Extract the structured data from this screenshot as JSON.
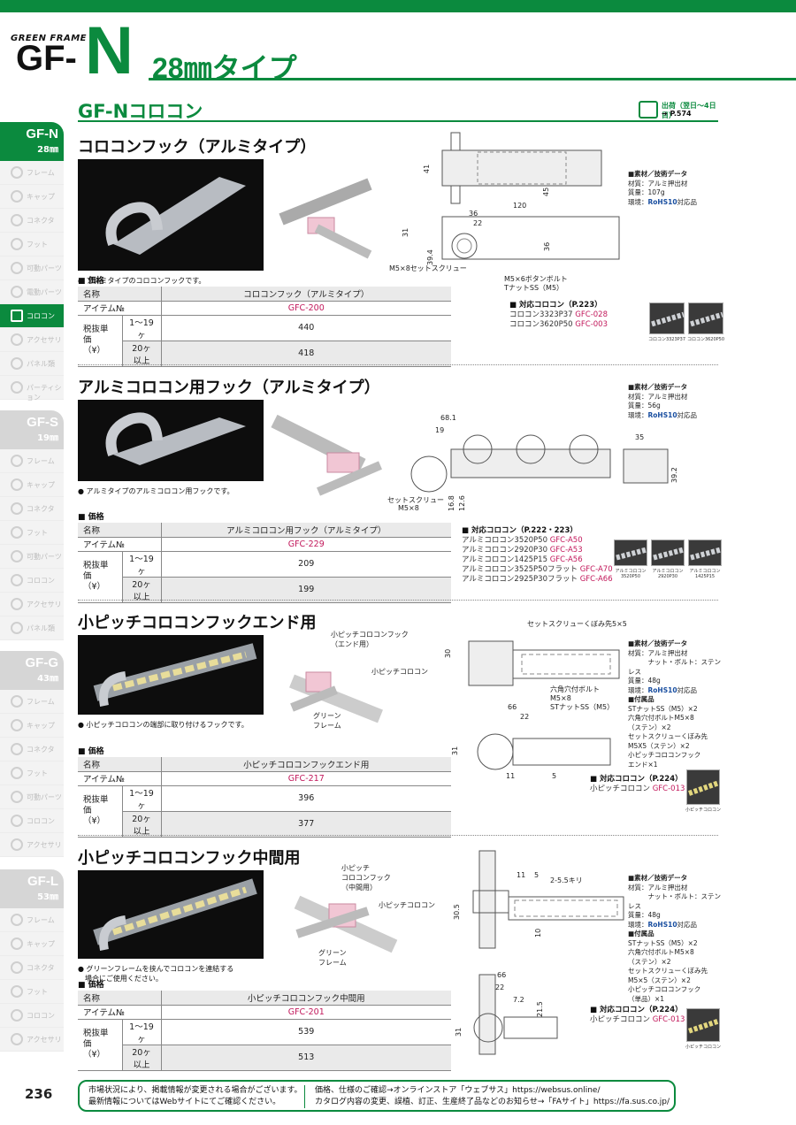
{
  "brand": {
    "small": "GREEN FRAME",
    "big": "GF-",
    "n": "N",
    "size": "28㎜タイプ"
  },
  "series_title": "GF-Nコロコン",
  "shipping": {
    "label": "出荷（翌日〜4日目）",
    "page": "➔ P.574"
  },
  "sidebar": {
    "groups": [
      {
        "name": "GF-N",
        "size": "28㎜",
        "active": true,
        "items": [
          "フレーム",
          "キャップ",
          "コネクタ",
          "フット",
          "可動パーツ",
          "電動パーツ",
          "コロコン",
          "アクセサリ",
          "パネル類",
          "パーティション"
        ]
      },
      {
        "name": "GF-S",
        "size": "19㎜",
        "active": false,
        "items": [
          "フレーム",
          "キャップ",
          "コネクタ",
          "フット",
          "可動パーツ",
          "コロコン",
          "アクセサリ",
          "パネル類"
        ]
      },
      {
        "name": "GF-G",
        "size": "43㎜",
        "active": false,
        "items": [
          "フレーム",
          "キャップ",
          "コネクタ",
          "フット",
          "可動パーツ",
          "コロコン",
          "アクセサリ"
        ]
      },
      {
        "name": "GF-L",
        "size": "53㎜",
        "active": false,
        "items": [
          "フレーム",
          "キャップ",
          "コネクタ",
          "フット",
          "コロコン",
          "アクセサリ"
        ]
      }
    ],
    "active_item": "コロコン"
  },
  "sections": [
    {
      "title": "コロコンフック（アルミタイプ）",
      "caption": "● アルミタイプのコロコンフックです。",
      "price_heading": "■ 価格",
      "name_label": "名称",
      "name": "コロコンフック（アルミタイプ）",
      "item_label": "アイテム№",
      "item": "GFC-200",
      "price_label": "税抜単価\n（¥）",
      "tiers": [
        {
          "qty": "1〜19ヶ",
          "price": "440"
        },
        {
          "qty": "20ヶ以上",
          "price": "418"
        }
      ],
      "spec": {
        "h": "■素材／技術データ",
        "lines": [
          "材質：アルミ押出材",
          "質量：107g"
        ],
        "env": "環境：",
        "rohs": "RoHS10",
        "env2": "対応品"
      },
      "compat": {
        "h": "■ 対応コロコン（P.223）",
        "lines": [
          {
            "t": "コロコン3323P37 ",
            "c": "GFC-028"
          },
          {
            "t": "コロコン3620P50 ",
            "c": "GFC-003"
          }
        ]
      },
      "swatches": [
        "コロコン3323P37",
        "コロコン3620P50"
      ],
      "dims": [
        "41",
        "45",
        "120",
        "36",
        "22",
        "31",
        "39.4",
        "36"
      ],
      "callouts": [
        "M5×8セットスクリュー",
        "M5×6ボタンボルト",
        "TナットSS（M5）"
      ]
    },
    {
      "title": "アルミコロコン用フック（アルミタイプ）",
      "caption": "● アルミタイプのアルミコロコン用フックです。",
      "price_heading": "■ 価格",
      "name_label": "名称",
      "name": "アルミコロコン用フック（アルミタイプ）",
      "item_label": "アイテム№",
      "item": "GFC-229",
      "price_label": "税抜単価\n（¥）",
      "tiers": [
        {
          "qty": "1〜19ヶ",
          "price": "209"
        },
        {
          "qty": "20ヶ以上",
          "price": "199"
        }
      ],
      "spec": {
        "h": "■素材／技術データ",
        "lines": [
          "材質：アルミ押出材",
          "質量：56g"
        ],
        "env": "環境：",
        "rohs": "RoHS10",
        "env2": "対応品"
      },
      "compat": {
        "h": "■ 対応コロコン（P.222・223）",
        "lines": [
          {
            "t": "アルミコロコン3520P50 ",
            "c": "GFC-A50"
          },
          {
            "t": "アルミコロコン2920P30 ",
            "c": "GFC-A53"
          },
          {
            "t": "アルミコロコン1425P15 ",
            "c": "GFC-A56"
          },
          {
            "t": "アルミコロコン3525P50フラット ",
            "c": "GFC-A70"
          },
          {
            "t": "アルミコロコン2925P30フラット ",
            "c": "GFC-A66"
          }
        ]
      },
      "swatches": [
        "アルミコロコン3520P50",
        "アルミコロコン2920P30",
        "アルミコロコン1425P15"
      ],
      "dims": [
        "68.1",
        "19",
        "16.8",
        "12.6",
        "35",
        "39.2"
      ],
      "callouts": [
        "セットスクリュー",
        "M5×8"
      ]
    },
    {
      "title": "小ピッチコロコンフックエンド用",
      "caption": "● 小ピッチコロコンの端部に取り付けるフックです。",
      "price_heading": "■ 価格",
      "name_label": "名称",
      "name": "小ピッチコロコンフックエンド用",
      "item_label": "アイテム№",
      "item": "GFC-217",
      "price_label": "税抜単価\n（¥）",
      "tiers": [
        {
          "qty": "1〜19ヶ",
          "price": "396"
        },
        {
          "qty": "20ヶ以上",
          "price": "377"
        }
      ],
      "spec": {
        "h": "■素材／技術データ",
        "lines": [
          "材質：アルミ押出材",
          "　　　ナット・ボルト：ステンレス",
          "質量：48g"
        ],
        "env": "環境：",
        "rohs": "RoHS10",
        "env2": "対応品",
        "att_h": "■付属品",
        "att": [
          "STナットSS（M5）×2",
          "六角穴付ボルトM5×8",
          "（ステン）×2",
          "セットスクリューくぼみ先",
          "M5X5（ステン）×2",
          "小ピッチコロコンフック",
          "エンド×1"
        ]
      },
      "compat": {
        "h": "■ 対応コロコン（P.224）",
        "lines": [
          {
            "t": "小ピッチコロコン ",
            "c": "GFC-013"
          }
        ]
      },
      "swatches": [
        "小ピッチコロコン"
      ],
      "dims": [
        "30",
        "66",
        "22",
        "31",
        "11",
        "5"
      ],
      "callouts": [
        "小ピッチコロコンフック\n（エンド用）",
        "小ピッチコロコン",
        "グリーン\nフレーム",
        "セットスクリューくぼみ先5×5",
        "六角穴付ボルト\nM5×8\nSTナットSS（M5）"
      ]
    },
    {
      "title": "小ピッチコロコンフック中間用",
      "caption": "● グリーンフレームを挟んでコロコンを連結する\n　場合にご使用ください。",
      "price_heading": "■ 価格",
      "name_label": "名称",
      "name": "小ピッチコロコンフック中間用",
      "item_label": "アイテム№",
      "item": "GFC-201",
      "price_label": "税抜単価\n（¥）",
      "tiers": [
        {
          "qty": "1〜19ヶ",
          "price": "539"
        },
        {
          "qty": "20ヶ以上",
          "price": "513"
        }
      ],
      "spec": {
        "h": "■素材／技術データ",
        "lines": [
          "材質：アルミ押出材",
          "　　　ナット・ボルト：ステンレス",
          "質量：48g"
        ],
        "env": "環境：",
        "rohs": "RoHS10",
        "env2": "対応品",
        "att_h": "■付属品",
        "att": [
          "STナットSS（M5）×2",
          "六角穴付ボルトM5×8",
          "（ステン）×2",
          "セットスクリューくぼみ先",
          "M5×5（ステン）×2",
          "小ピッチコロコンフック",
          "（単品）×1"
        ]
      },
      "compat": {
        "h": "■ 対応コロコン（P.224）",
        "lines": [
          {
            "t": "小ピッチコロコン ",
            "c": "GFC-013"
          }
        ]
      },
      "swatches": [
        "小ピッチコロコン"
      ],
      "dims": [
        "11",
        "5",
        "2-5.5キリ",
        "30.5",
        "10",
        "66",
        "22",
        "7.2",
        "21.5",
        "31"
      ],
      "callouts": [
        "小ピッチ\nコロコンフック\n（中間用）",
        "小ピッチコロコン",
        "グリーン\nフレーム"
      ]
    }
  ],
  "footer": {
    "left": [
      "市場状況により、掲載情報が変更される場合がございます。",
      "最新情報についてはWebサイトにてご確認ください。"
    ],
    "right": [
      "価格、仕様のご確認→オンラインストア「ウェブサス」https://websus.online/",
      "カタログ内容の変更、誤植、訂正、生産終了品などのお知らせ→「FAサイト」https://fa.sus.co.jp/"
    ]
  },
  "page_number": "236",
  "colors": {
    "brand_green": "#0b8a3e",
    "item_code": "#c2185b",
    "rohs": "#1a4fa0"
  }
}
